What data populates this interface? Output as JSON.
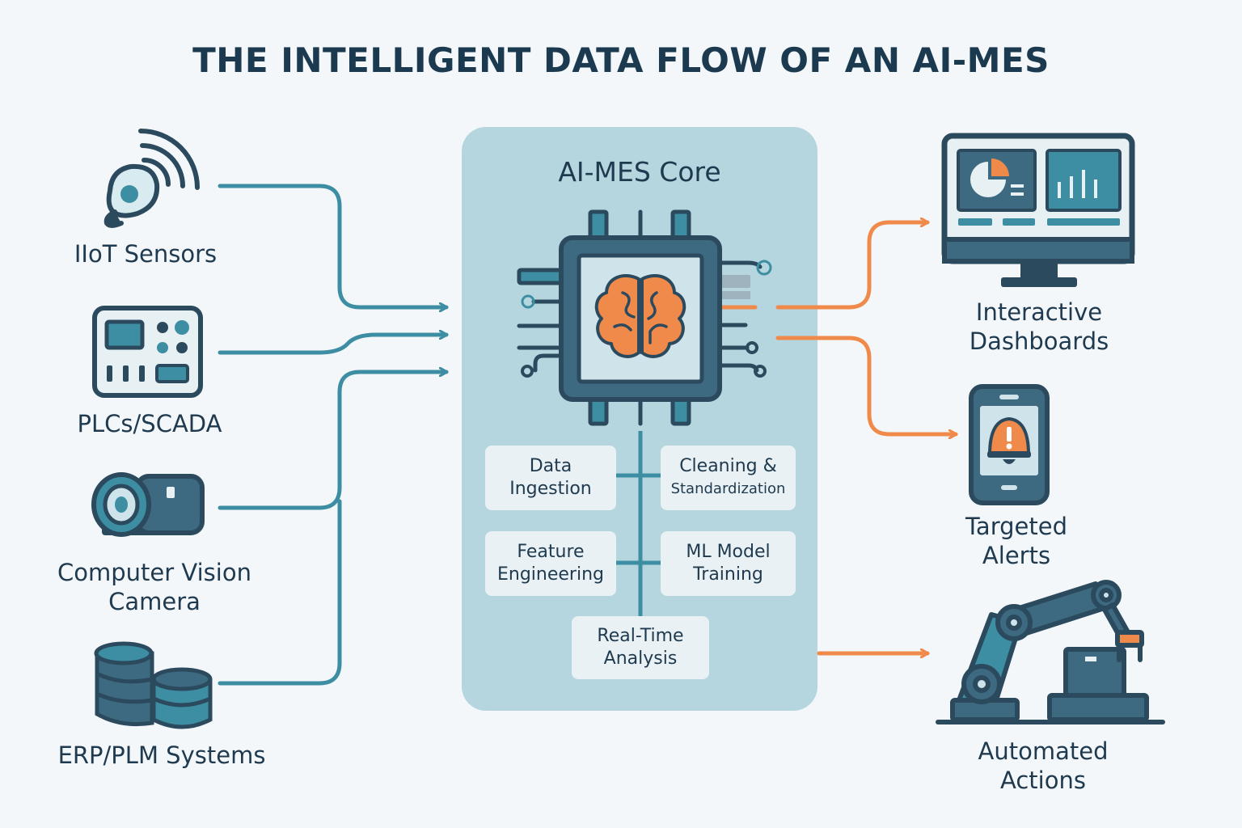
{
  "title": "THE INTELLIGENT DATA FLOW OF AN AI-MES",
  "core": {
    "title": "AI-MES Core",
    "stages": {
      "data_ingestion": [
        "Data",
        "Ingestion"
      ],
      "cleaning": [
        "Cleaning &",
        "Standardization"
      ],
      "feature_engineering": [
        "Feature",
        "Engineering"
      ],
      "ml_training": [
        "ML Model",
        "Training"
      ],
      "realtime_analysis": [
        "Real-Time",
        "Analysis"
      ]
    }
  },
  "inputs": {
    "iiot": {
      "label": "IIoT Sensors",
      "icon": "sensor-icon"
    },
    "plc": {
      "label": "PLCs/SCADA",
      "icon": "control-panel-icon"
    },
    "camera": {
      "label": [
        "Computer Vision",
        "Camera"
      ],
      "icon": "camera-icon"
    },
    "erp": {
      "label": "ERP/PLM Systems",
      "icon": "database-icon"
    }
  },
  "outputs": {
    "dashboards": {
      "label": [
        "Interactive",
        "Dashboards"
      ],
      "icon": "monitor-icon"
    },
    "alerts": {
      "label": [
        "Targeted",
        "Alerts"
      ],
      "icon": "phone-alert-icon"
    },
    "actions": {
      "label": [
        "Automated",
        "Actions"
      ],
      "icon": "robot-arm-icon"
    }
  },
  "colors": {
    "background": "#f3f7fa",
    "panel": "#b5d5df",
    "stage_box": "#e9f1f4",
    "input_line": "#3d8ea3",
    "output_line": "#f08a4b",
    "dark": "#2c4a5e",
    "teal": "#3d8ea3",
    "orange": "#f08a4b"
  }
}
